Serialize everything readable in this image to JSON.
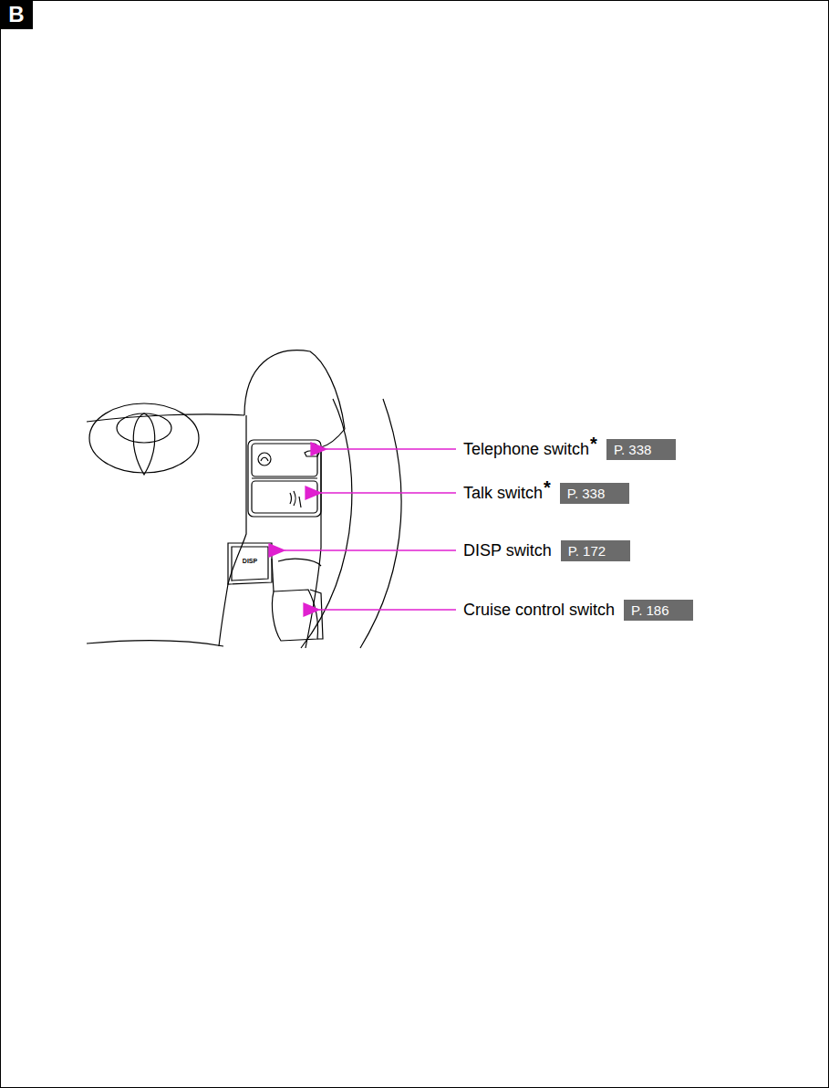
{
  "diagram": {
    "labels": [
      "B",
      "Telephone switch",
      "*",
      "P. 338",
      "Talk switch",
      "*",
      "P. 338",
      "DISP switch",
      "P. 172",
      "Cruise control switch",
      "P. 186",
      "DISP"
    ]
  }
}
